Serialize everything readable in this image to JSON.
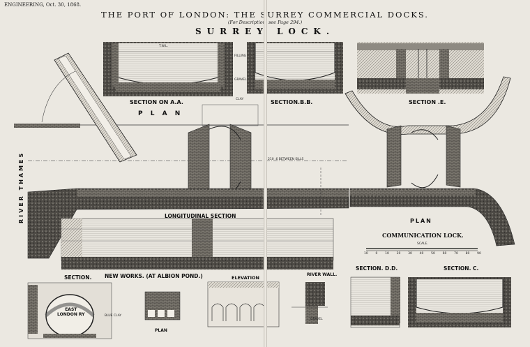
{
  "header": {
    "left": "ENGINEERING, Oct. 30, 1868."
  },
  "title": "THE PORT OF LONDON: THE SURREY COMMERCIAL DOCKS.",
  "subtitle": "(For Description, see Page 294.)",
  "heading": "SURREY LOCK.",
  "labels": {
    "section_aa": "SECTION ON A.A.",
    "section_bb": "SECTION.B.B.",
    "section_e": "SECTION .E.",
    "plan_top": "P L A N",
    "river_thames": "RIVER THAMES",
    "longitudinal": "LONGITUDINAL SECTION",
    "plan_right": "PLAN",
    "communication_lock": "COMMUNICATION LOCK.",
    "scale": "SCALE.",
    "section_left": "SECTION.",
    "new_works": "NEW WORKS. (AT ALBION POND.)",
    "elevation": "ELEVATION",
    "river_wall": "RIVER WALL.",
    "section_dd": "SECTION. D.D.",
    "section_c": "SECTION. C.",
    "plan_small": "PLAN",
    "east_london": "EAST\nLONDON RY",
    "between_sills": "210 .6 BETWEEN SILLS",
    "filling": "FILLING",
    "gravel": "GRAVEL",
    "clay": "CLAY",
    "blue_clay": "BLUE CLAY",
    "twl": "T.W.L.",
    "gravel_small": "GRAVEL"
  },
  "scale_ticks": [
    "10",
    "0",
    "10",
    "20",
    "30",
    "40",
    "50",
    "60",
    "70",
    "80",
    "90"
  ]
}
